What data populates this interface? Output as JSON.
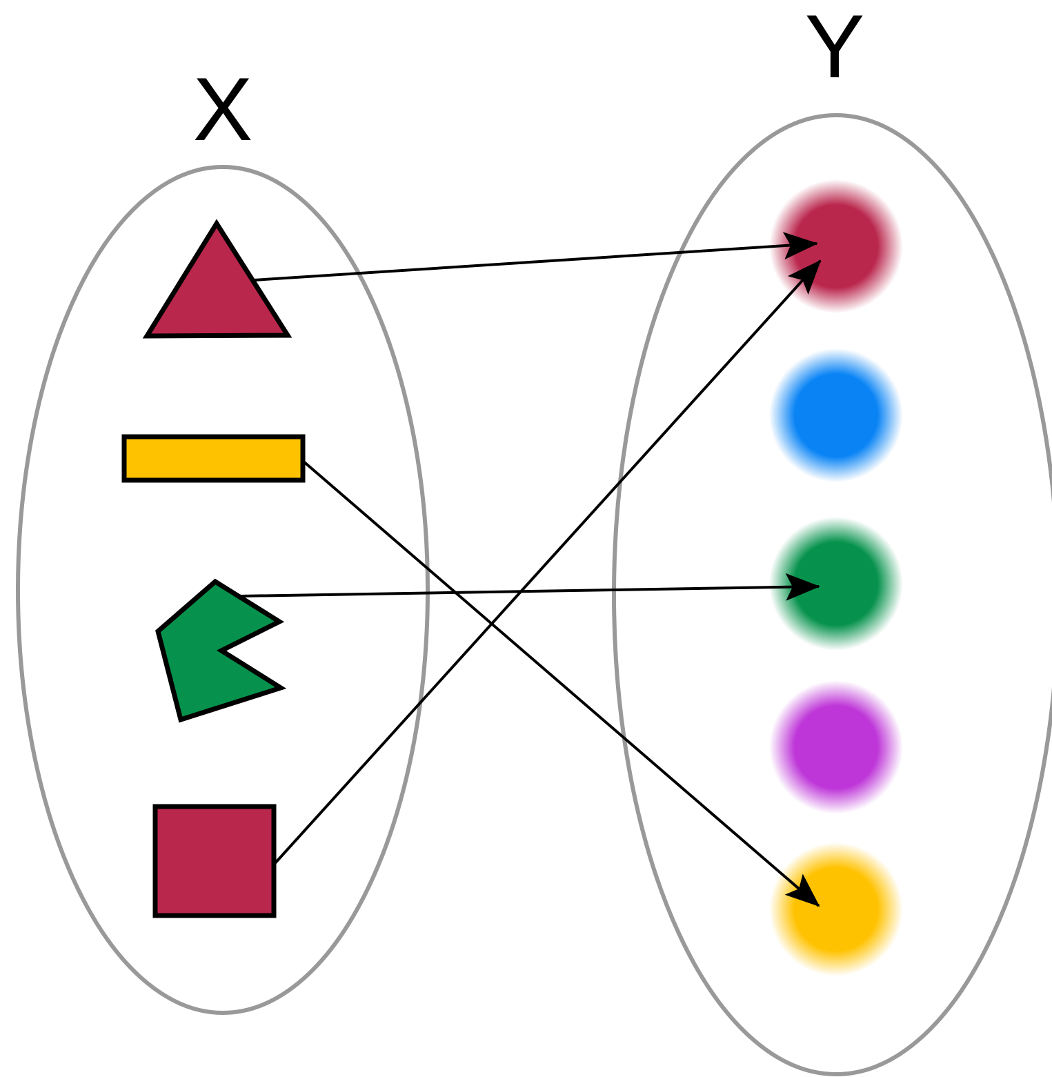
{
  "sets": {
    "domain": {
      "label": "X"
    },
    "codomain": {
      "label": "Y"
    }
  },
  "colors": {
    "outline": "#999999",
    "stroke": "#000000",
    "crimson": "#BA274D",
    "yellow": "#FFC200",
    "green": "#06924C",
    "blue": "#0A84F5",
    "purple": "#BE36D8"
  },
  "domain_elements": [
    {
      "shape": "triangle",
      "color_key": "crimson"
    },
    {
      "shape": "rectangle",
      "color_key": "yellow"
    },
    {
      "shape": "pentagon-notched",
      "color_key": "green"
    },
    {
      "shape": "square",
      "color_key": "crimson"
    }
  ],
  "codomain_elements": [
    {
      "shape": "blurred-dot",
      "color_key": "crimson"
    },
    {
      "shape": "blurred-dot",
      "color_key": "blue"
    },
    {
      "shape": "blurred-dot",
      "color_key": "green"
    },
    {
      "shape": "blurred-dot",
      "color_key": "purple"
    },
    {
      "shape": "blurred-dot",
      "color_key": "yellow"
    }
  ],
  "mappings": [
    {
      "from": 0,
      "to": 0
    },
    {
      "from": 1,
      "to": 4
    },
    {
      "from": 2,
      "to": 2
    },
    {
      "from": 3,
      "to": 0
    }
  ]
}
